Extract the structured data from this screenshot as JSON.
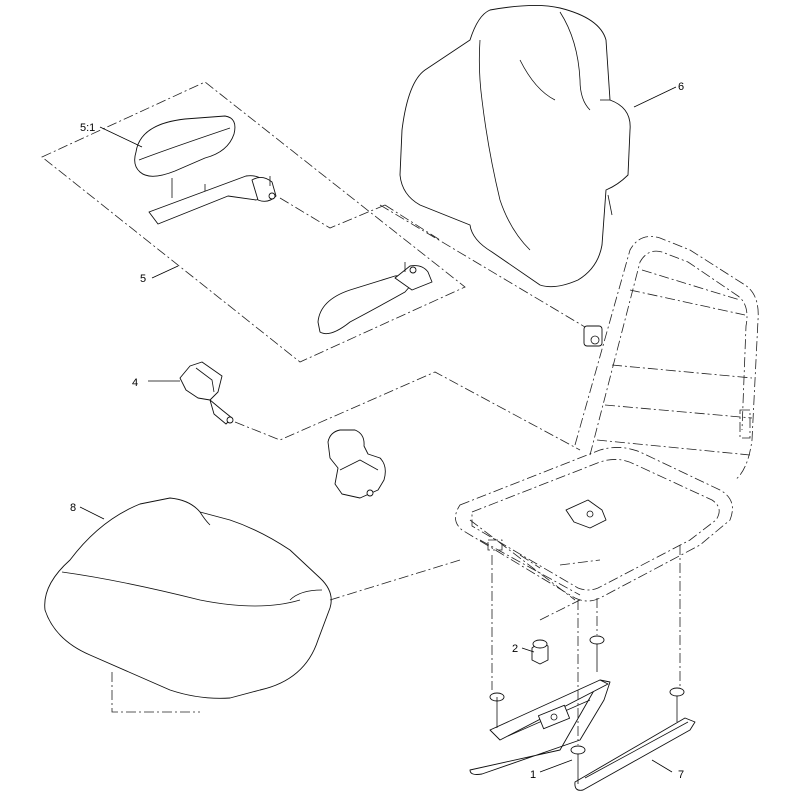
{
  "callouts": {
    "c51": "5:1",
    "c6": "6",
    "c5": "5",
    "c4": "4",
    "c8": "8",
    "c2": "2",
    "c1": "1",
    "c7": "7"
  }
}
